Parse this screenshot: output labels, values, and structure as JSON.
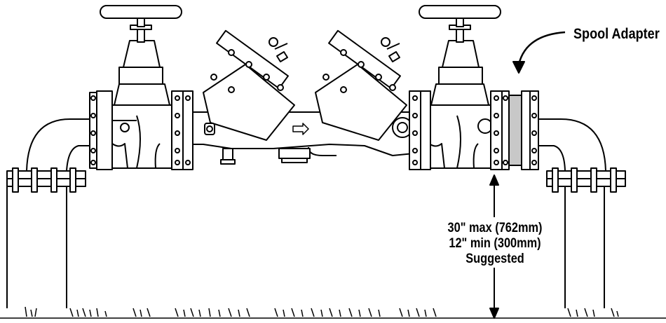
{
  "callout": {
    "text": "Spool Adapter"
  },
  "dimension": {
    "max": "30\" max (762mm)",
    "min": "12\" min (300mm)",
    "note": "Suggested"
  },
  "colors": {
    "line": "#000000",
    "spool_fill": "#c8c8c8",
    "background": "#ffffff"
  }
}
